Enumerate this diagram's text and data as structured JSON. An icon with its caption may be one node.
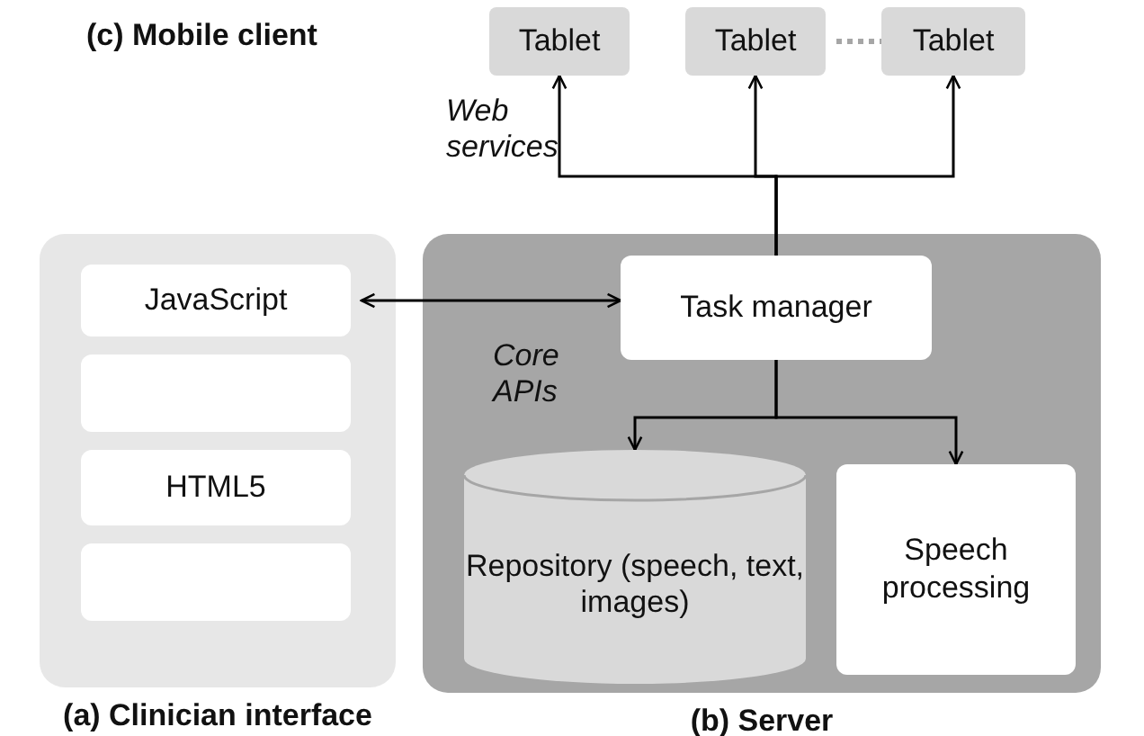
{
  "diagram": {
    "nodes": [
      {
        "text": [
          "Tablet"
        ]
      },
      {
        "text": [
          "Tablet"
        ]
      },
      {
        "text": [
          "Tablet"
        ]
      },
      {
        "text": [
          "(a) Clinician interface"
        ]
      },
      {
        "text": [
          "JavaScript"
        ],
        "in": 3
      },
      {
        "text": [],
        "shape": "box",
        "in": 3
      },
      {
        "text": [
          "HTML5"
        ],
        "in": 3
      },
      {
        "text": [],
        "shape": "box",
        "in": 3
      },
      {
        "text": [
          "(b) Server"
        ]
      },
      {
        "text": [
          "Task manager"
        ],
        "in": 8
      },
      {
        "text": [
          "Repository (speech, text, images)"
        ],
        "in": 8
      },
      {
        "text": [
          "Speech processing"
        ],
        "in": 8
      }
    ],
    "edges": [
      {
        "from": 9,
        "to": 0,
        "arrow": "to",
        "label": "Web services"
      },
      {
        "from": 9,
        "to": 1,
        "arrow": "to"
      },
      {
        "from": 9,
        "to": 2,
        "arrow": "to"
      },
      {
        "from": 1,
        "to": 2,
        "arrow": "none",
        "style": "dashed",
        "color": "#a6a6a6"
      },
      {
        "from": 4,
        "to": 9,
        "arrow": "both"
      },
      {
        "from": 9,
        "to": 10,
        "arrow": "to",
        "label": "Core APIs"
      },
      {
        "from": 9,
        "to": 11,
        "arrow": "to"
      }
    ],
    "labels": [
      "(c) Mobile client"
    ]
  }
}
